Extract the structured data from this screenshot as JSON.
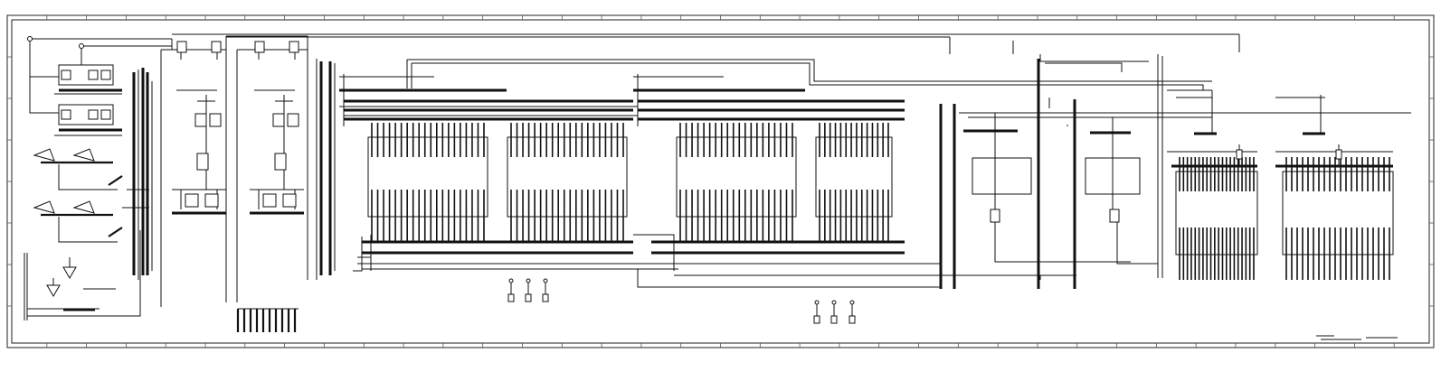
{
  "sheet": {
    "title_block_text": "",
    "border_ticks_top": 36,
    "border_ticks_side": 8
  },
  "ic_blocks": [
    {
      "id": "ic-1",
      "label": "",
      "pin_count_top": 20,
      "pin_count_bottom": 20
    },
    {
      "id": "ic-2",
      "label": "",
      "pin_count_top": 20,
      "pin_count_bottom": 20
    },
    {
      "id": "ic-3",
      "label": "",
      "pin_count_top": 20,
      "pin_count_bottom": 20
    },
    {
      "id": "ic-4",
      "label": "",
      "pin_count_top": 14,
      "pin_count_bottom": 14
    },
    {
      "id": "ic-5",
      "label": "",
      "pin_count_top": 20,
      "pin_count_bottom": 20
    },
    {
      "id": "ic-6",
      "label": "",
      "pin_count_top": 20,
      "pin_count_bottom": 20
    }
  ],
  "colors": {
    "ink": "#111111",
    "paper": "#ffffff"
  }
}
